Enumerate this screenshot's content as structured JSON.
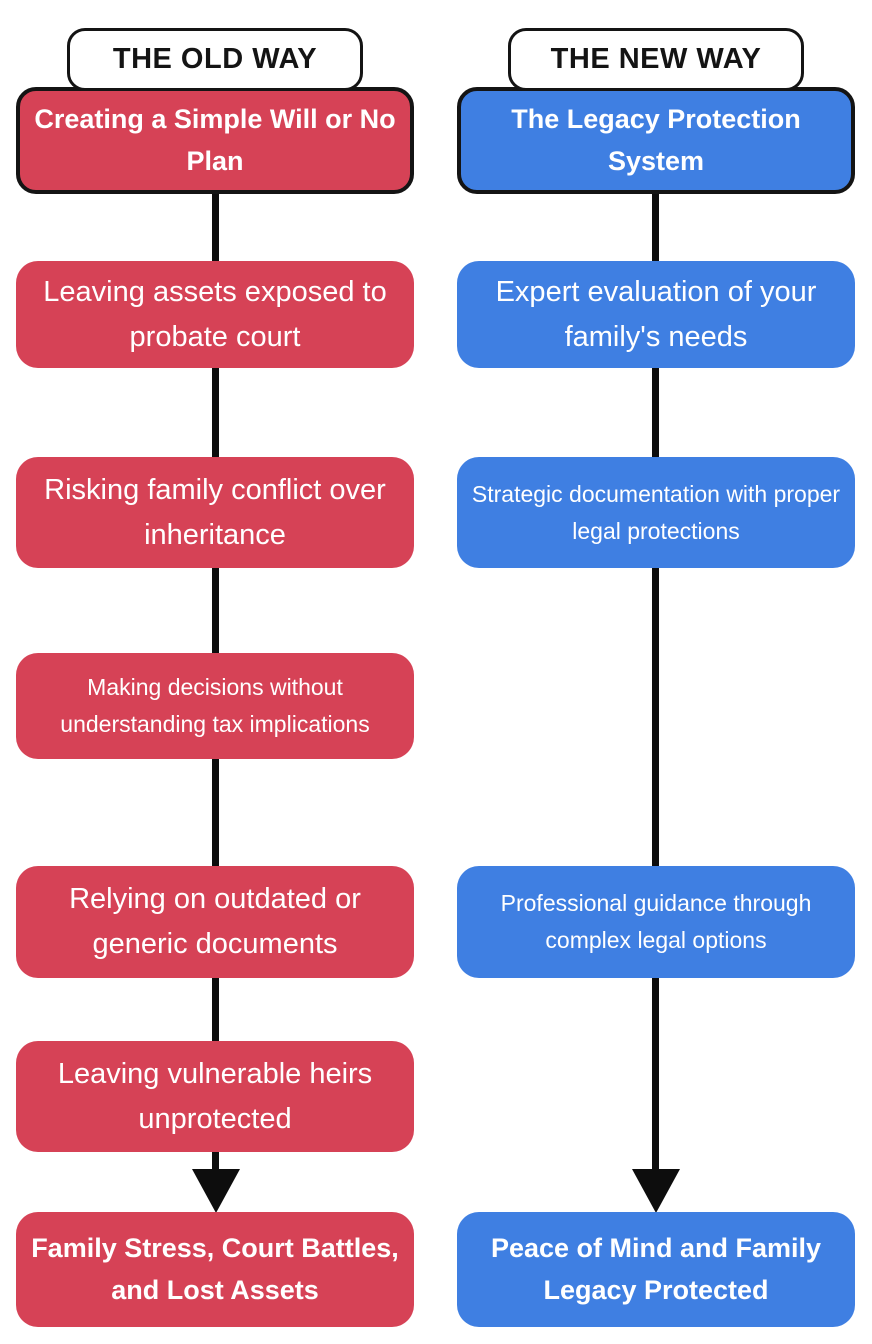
{
  "colors": {
    "old_accent": "#D64256",
    "new_accent": "#3F7FE2",
    "outline": "#141414",
    "connector": "#0d0d0d",
    "text_on_accent": "#ffffff",
    "header_text": "#141414",
    "background": "#ffffff"
  },
  "old_way": {
    "header": "THE OLD WAY",
    "title": "Creating a Simple Will or No Plan",
    "steps": [
      {
        "text": "Leaving assets exposed to probate court"
      },
      {
        "text": "Risking family conflict over inheritance"
      },
      {
        "text": "Making decisions without understanding tax implications"
      },
      {
        "text": "Relying on outdated or generic documents"
      },
      {
        "text": "Leaving vulnerable heirs unprotected"
      }
    ],
    "result": "Family Stress, Court Battles, and Lost Assets"
  },
  "new_way": {
    "header": "THE NEW WAY",
    "title": "The Legacy Protection System",
    "steps": [
      {
        "text": "Expert evaluation of your family's needs"
      },
      {
        "text": "Strategic documentation with proper legal protections"
      },
      {
        "text": "Professional guidance through complex legal options"
      }
    ],
    "result": "Peace of Mind and Family Legacy Protected"
  }
}
